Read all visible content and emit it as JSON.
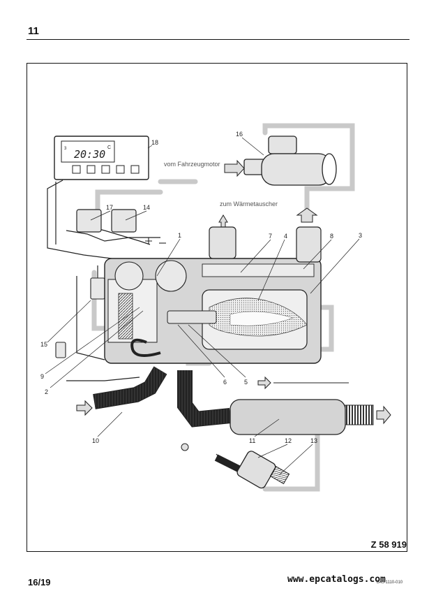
{
  "header": {
    "page_number": "11"
  },
  "footer": {
    "sheet_number": "16/19",
    "website": "www.epcatalogs.com",
    "ref_code": "B45-1110-010"
  },
  "figure": {
    "code": "Z 58 919",
    "texts": {
      "from_engine": "vom Fahrzeugmotor",
      "to_heat_exchanger": "zum Wärmetauscher"
    },
    "timer": {
      "time": "20:30",
      "day": "3",
      "mode": "C"
    },
    "callouts": [
      "1",
      "2",
      "3",
      "4",
      "5",
      "6",
      "7",
      "8",
      "9",
      "10",
      "11",
      "12",
      "13",
      "14",
      "15",
      "16",
      "17",
      "18"
    ]
  },
  "colors": {
    "line": "#222222",
    "pipe_gray": "#c9c9c9",
    "flame": "#f2f2f2"
  }
}
